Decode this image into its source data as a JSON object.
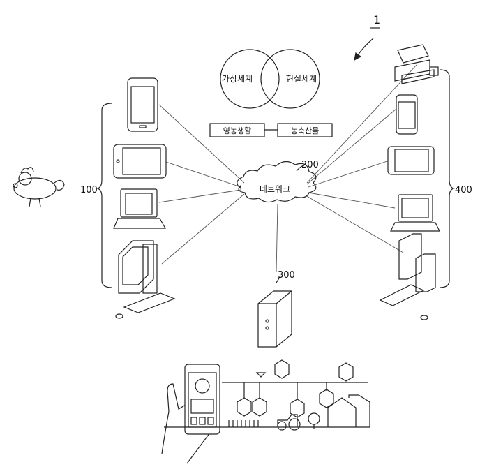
{
  "figure_ref": "1",
  "venn": {
    "left": "가상세계",
    "right": "현실세계"
  },
  "boxes": {
    "left": "영농생활",
    "right": "농축산물"
  },
  "network": {
    "label": "네트워크",
    "ref": "200"
  },
  "groups": {
    "left_ref": "100",
    "right_ref": "400",
    "server_ref": "300"
  }
}
